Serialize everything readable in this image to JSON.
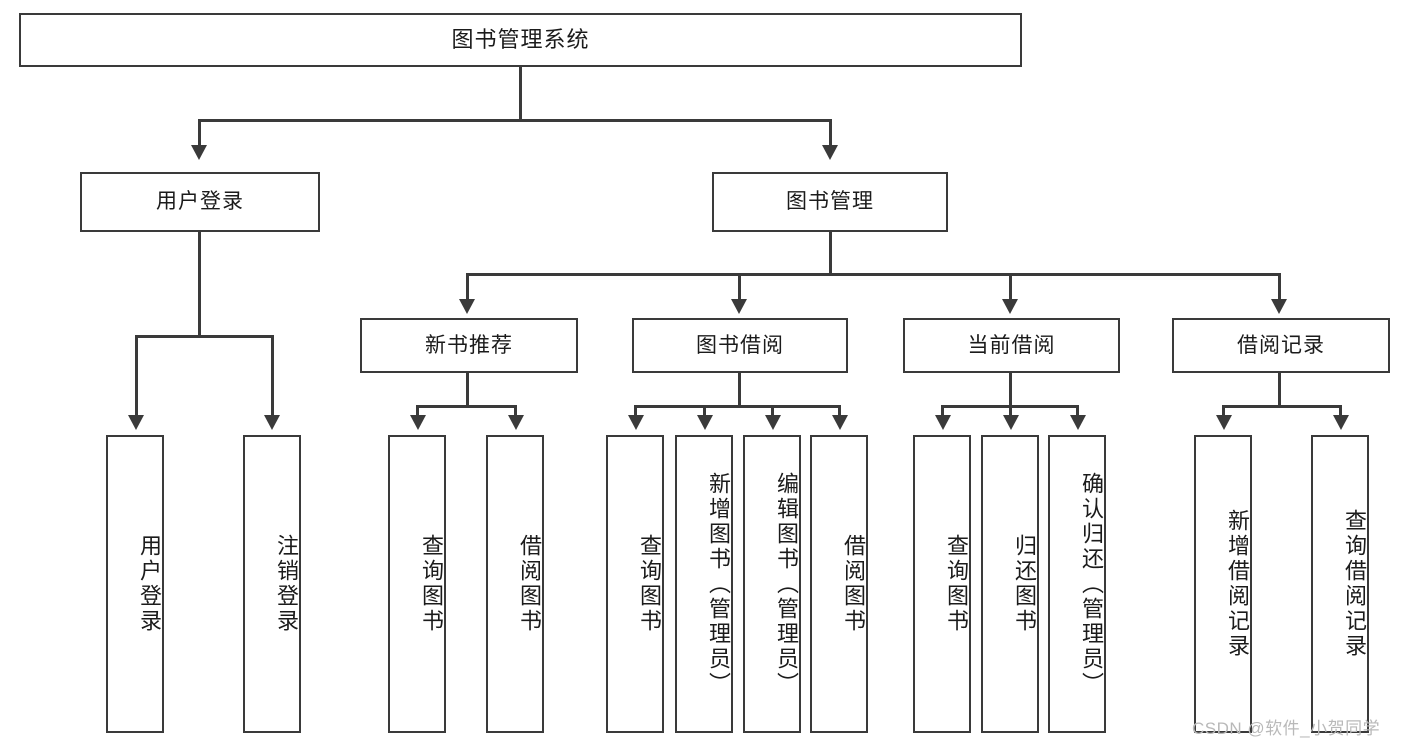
{
  "diagram": {
    "type": "tree-hierarchy-chart",
    "title": "图书管理系统",
    "colors": {
      "box_border": "#3a3a3a",
      "box_fill": "#ffffff",
      "connector": "#3a3a3a",
      "text": "#1b1b1b",
      "watermark": "#b9b9b9",
      "background": "#ffffff"
    },
    "root": {
      "label": "图书管理系统"
    },
    "level2": [
      {
        "label": "用户登录"
      },
      {
        "label": "图书管理"
      }
    ],
    "level3": [
      {
        "label": "新书推荐"
      },
      {
        "label": "图书借阅"
      },
      {
        "label": "当前借阅"
      },
      {
        "label": "借阅记录"
      }
    ],
    "leaves": {
      "user_login": [
        {
          "label": "用户登录"
        },
        {
          "label": "注销登录"
        }
      ],
      "new_book_recommend": [
        {
          "label": "查询图书"
        },
        {
          "label": "借阅图书"
        }
      ],
      "book_borrow": [
        {
          "label": "查询图书"
        },
        {
          "label": "新增图书（管理员）"
        },
        {
          "label": "编辑图书（管理员）"
        },
        {
          "label": "借阅图书"
        }
      ],
      "current_borrow": [
        {
          "label": "查询图书"
        },
        {
          "label": "归还图书"
        },
        {
          "label": "确认归还（管理员）"
        }
      ],
      "borrow_record": [
        {
          "label": "新增借阅记录"
        },
        {
          "label": "查询借阅记录"
        }
      ]
    },
    "watermark": "CSDN @软件_小贺同学"
  }
}
